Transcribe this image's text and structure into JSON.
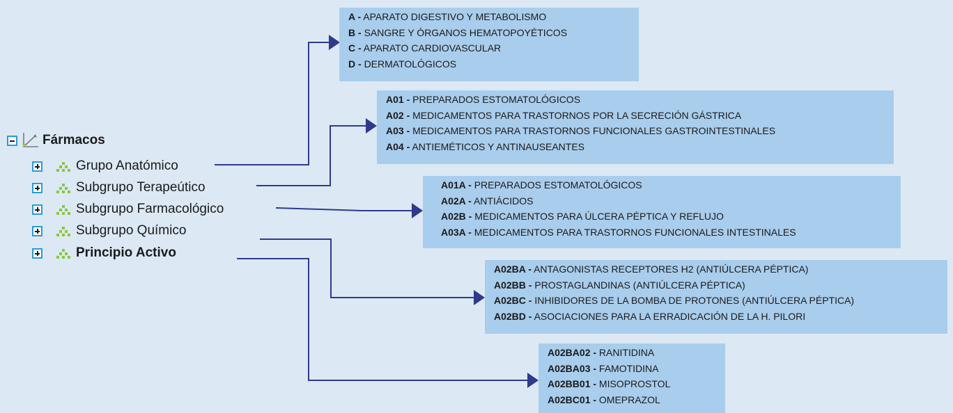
{
  "tree": {
    "root": {
      "label": "Fármacos",
      "toggle": "minus"
    },
    "nodes": [
      {
        "label": "Grupo Anatómico",
        "bold": false
      },
      {
        "label": "Subgrupo Terapeútico",
        "bold": false
      },
      {
        "label": "Subgrupo Farmacológico",
        "bold": false
      },
      {
        "label": "Subgrupo Químico",
        "bold": false
      },
      {
        "label": "Principio Activo",
        "bold": true
      }
    ]
  },
  "boxes": [
    {
      "rows": [
        {
          "code": "A -",
          "text": "APARATO DIGESTIVO Y METABOLISMO"
        },
        {
          "code": "B -",
          "text": "SANGRE Y ÓRGANOS HEMATOPOYÉTICOS"
        },
        {
          "code": "C -",
          "text": "APARATO CARDIOVASCULAR"
        },
        {
          "code": "D -",
          "text": "DERMATOLÓGICOS"
        }
      ]
    },
    {
      "rows": [
        {
          "code": "A01 -",
          "text": "PREPARADOS ESTOMATOLÓGICOS"
        },
        {
          "code": "A02 -",
          "text": "MEDICAMENTOS PARA TRASTORNOS POR LA SECRECIÓN GÁSTRICA"
        },
        {
          "code": "A03 -",
          "text": "MEDICAMENTOS PARA TRASTORNOS FUNCIONALES GASTROINTESTINALES"
        },
        {
          "code": "A04 -",
          "text": "ANTIEMÉTICOS Y ANTINAUSEANTES"
        }
      ]
    },
    {
      "rows": [
        {
          "code": "A01A -",
          "text": "PREPARADOS ESTOMATOLÓGICOS"
        },
        {
          "code": "A02A -",
          "text": "ANTIÁCIDOS"
        },
        {
          "code": "A02B -",
          "text": "MEDICAMENTOS PARA ÚLCERA PÉPTICA Y REFLUJO"
        },
        {
          "code": "A03A -",
          "text": "MEDICAMENTOS PARA TRASTORNOS FUNCIONALES INTESTINALES"
        }
      ]
    },
    {
      "rows": [
        {
          "code": "A02BA -",
          "text": "ANTAGONISTAS RECEPTORES H2 (ANTIÚLCERA PÉPTICA)"
        },
        {
          "code": "A02BB -",
          "text": "PROSTAGLANDINAS (ANTIÚLCERA PÉPTICA)"
        },
        {
          "code": "A02BC -",
          "text": "INHIBIDORES DE LA BOMBA DE PROTONES (ANTIÚLCERA PÉPTICA)"
        },
        {
          "code": "A02BD -",
          "text": "ASOCIACIONES PARA LA ERRADICACIÓN DE LA H. PILORI"
        }
      ]
    },
    {
      "rows": [
        {
          "code": "A02BA02 -",
          "text": "RANITIDINA"
        },
        {
          "code": "A02BA03 -",
          "text": "FAMOTIDINA"
        },
        {
          "code": "A02BB01 -",
          "text": "MISOPROSTOL"
        },
        {
          "code": "A02BC01 -",
          "text": "OMEPRAZOL"
        }
      ]
    }
  ],
  "colors": {
    "background": "#dce9f5",
    "box_fill": "#a9cdec",
    "connector": "#2e3a8c",
    "toggle_border": "#2a9bd6",
    "icon_green": "#8cc63f"
  }
}
